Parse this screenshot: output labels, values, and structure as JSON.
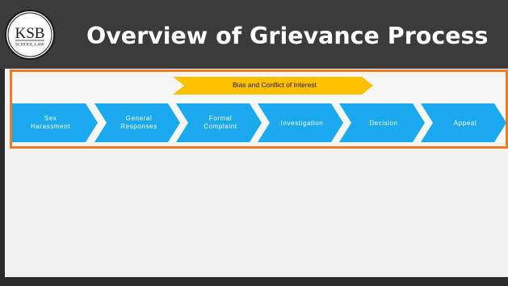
{
  "slide": {
    "title": "Overview of Grievance Process",
    "logo": {
      "top_text": "KSB",
      "bottom_text": "SCHOOL LAW"
    }
  },
  "process": {
    "banner": {
      "label": "Bias and Conflict of Interest",
      "color": "#ffc000"
    },
    "step_color": "#1aa9ec",
    "frame_color": "#f47a20",
    "steps": [
      {
        "line1": "Sex",
        "line2": "Harassment"
      },
      {
        "line1": "General",
        "line2": "Responses"
      },
      {
        "line1": "Formal",
        "line2": "Complaint"
      },
      {
        "line1": "Investigation"
      },
      {
        "line1": "Decision"
      },
      {
        "line1": "Appeal"
      }
    ]
  }
}
